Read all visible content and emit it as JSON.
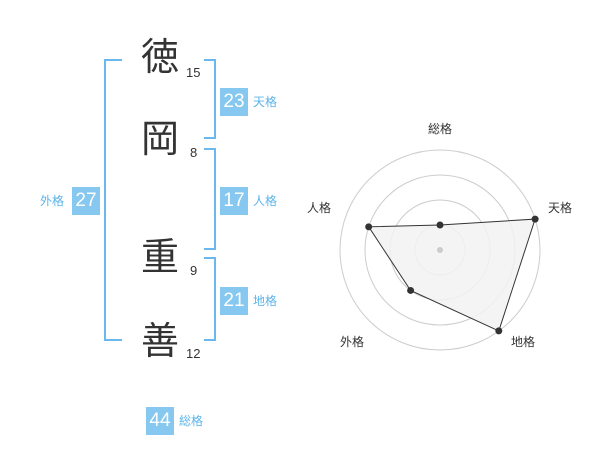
{
  "name": {
    "characters": [
      {
        "char": "徳",
        "strokes": "15"
      },
      {
        "char": "岡",
        "strokes": "8"
      },
      {
        "char": "重",
        "strokes": "9"
      },
      {
        "char": "善",
        "strokes": "12"
      }
    ]
  },
  "fortunes": {
    "tenkaku": {
      "value": "23",
      "label": "天格"
    },
    "jinkaku": {
      "value": "17",
      "label": "人格"
    },
    "chikaku": {
      "value": "21",
      "label": "地格"
    },
    "gaikaku": {
      "value": "27",
      "label": "外格"
    },
    "soukaku": {
      "value": "44",
      "label": "総格"
    }
  },
  "chart_data": {
    "type": "radar",
    "axes": [
      "総格",
      "天格",
      "地格",
      "外格",
      "人格"
    ],
    "values": [
      1,
      4,
      4,
      2,
      3
    ],
    "max": 4,
    "rings": 4,
    "colors": {
      "fill": "#f2f2f2",
      "line": "#333333",
      "ring": "#cccccc"
    }
  },
  "colors": {
    "accent": "#86c8f0",
    "accent_text": "#5bb4ea"
  }
}
